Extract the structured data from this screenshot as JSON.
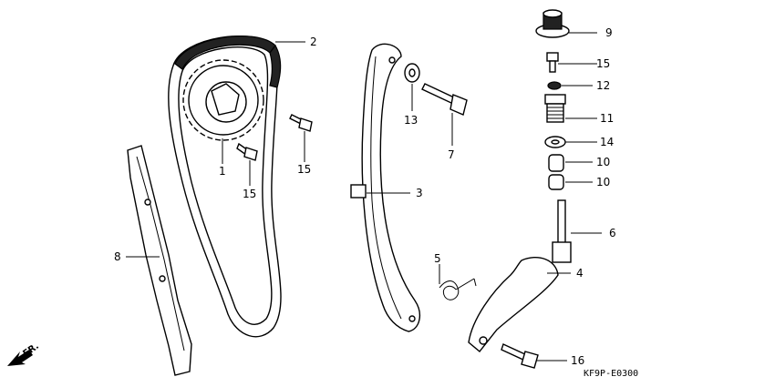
{
  "diagram_code": "KF9P-E0300",
  "direction_label": "FR.",
  "callouts": {
    "c1": "1",
    "c2": "2",
    "c3": "3",
    "c4": "4",
    "c5": "5",
    "c6": "6",
    "c7": "7",
    "c8": "8",
    "c9": "9",
    "c10a": "10",
    "c10b": "10",
    "c11": "11",
    "c12": "12",
    "c13": "13",
    "c14": "14",
    "c15a": "15",
    "c15b": "15",
    "c15c": "15",
    "c16": "16"
  }
}
